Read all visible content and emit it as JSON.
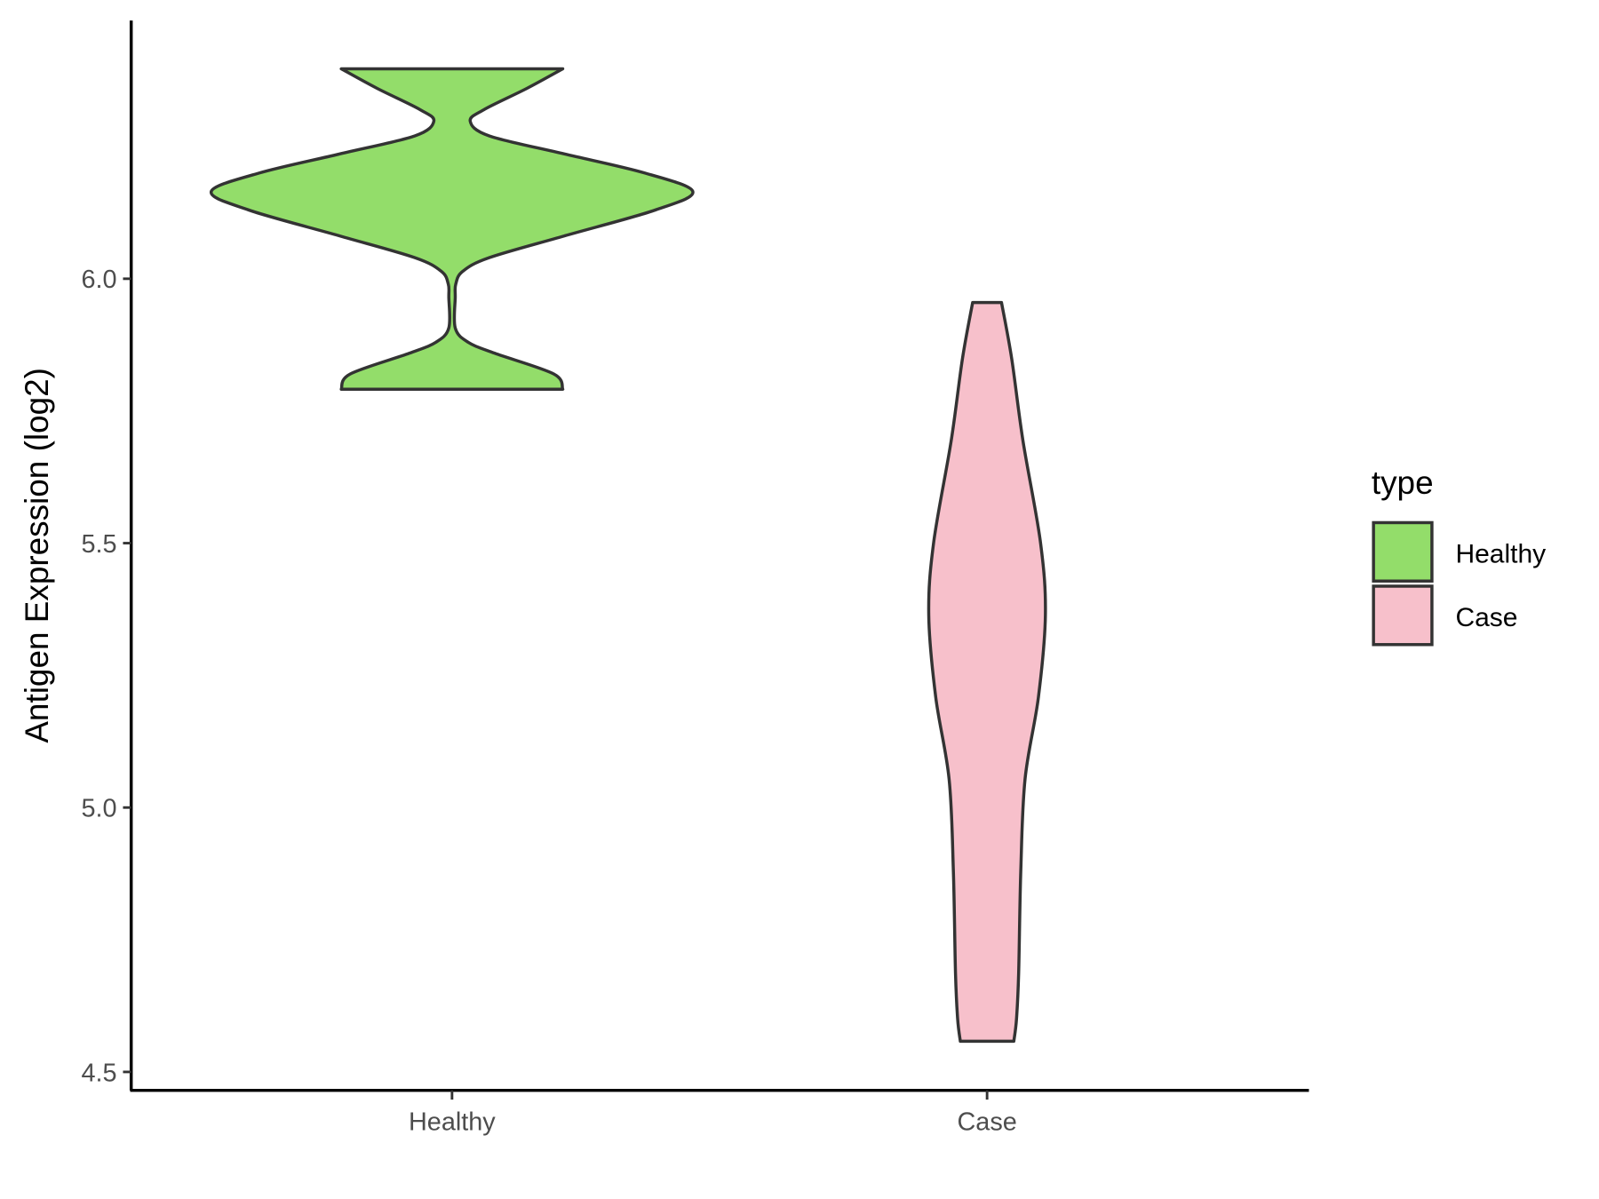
{
  "chart_data": {
    "type": "violin",
    "title": "",
    "xlabel": "",
    "ylabel": "Antigen Expression (log2)",
    "ylim": [
      4.47,
      6.5
    ],
    "yticks": [
      "4.5",
      "5.0",
      "5.5",
      "6.0"
    ],
    "ytick_values": [
      4.5,
      5.0,
      5.5,
      6.0
    ],
    "categories": [
      "Healthy",
      "Case"
    ],
    "grid": false,
    "legend": {
      "title": "type",
      "position": "right",
      "entries": [
        "Healthy",
        "Case"
      ]
    },
    "series": [
      {
        "name": "Healthy",
        "color": "#93dd6a",
        "min": 5.791,
        "max": 6.397,
        "profile": [
          [
            6.397,
            0.207
          ],
          [
            6.36,
            0.14
          ],
          [
            6.32,
            0.06
          ],
          [
            6.298,
            0.034
          ],
          [
            6.27,
            0.07
          ],
          [
            6.236,
            0.21
          ],
          [
            6.2,
            0.36
          ],
          [
            6.165,
            0.45
          ],
          [
            6.13,
            0.38
          ],
          [
            6.081,
            0.21
          ],
          [
            6.04,
            0.07
          ],
          [
            6.014,
            0.02
          ],
          [
            5.99,
            0.007
          ],
          [
            5.965,
            0.006
          ],
          [
            5.907,
            0.006
          ],
          [
            5.88,
            0.03
          ],
          [
            5.859,
            0.08
          ],
          [
            5.82,
            0.19
          ],
          [
            5.791,
            0.207
          ]
        ]
      },
      {
        "name": "Case",
        "color": "#f7c0cb",
        "min": 4.558,
        "max": 5.955,
        "profile": [
          [
            5.955,
            0.027
          ],
          [
            5.849,
            0.046
          ],
          [
            5.694,
            0.067
          ],
          [
            5.5,
            0.1
          ],
          [
            5.364,
            0.109
          ],
          [
            5.209,
            0.096
          ],
          [
            5.054,
            0.071
          ],
          [
            4.88,
            0.063
          ],
          [
            4.686,
            0.059
          ],
          [
            4.6,
            0.055
          ],
          [
            4.558,
            0.05
          ]
        ]
      }
    ]
  }
}
